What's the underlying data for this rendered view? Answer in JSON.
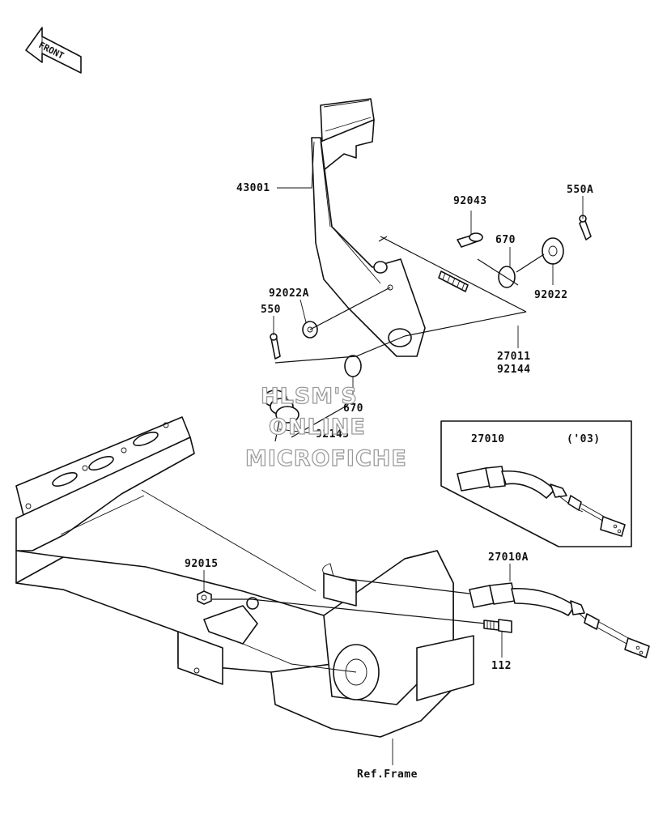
{
  "diagram": {
    "front_label": "FRONT",
    "part_labels": {
      "p43001": "43001",
      "p92043": "92043",
      "p550A": "550A",
      "p670a": "670",
      "p92022": "92022",
      "p92022A": "92022A",
      "p550": "550",
      "p27011": "27011",
      "p92144": "92144",
      "p670b": "670",
      "p92145": "92145",
      "p27010": "27010",
      "p03": "('03)",
      "p92015": "92015",
      "p27010A": "27010A",
      "p112": "112",
      "ref_frame": "Ref.Frame"
    },
    "watermark": {
      "line1": "HLSM'S",
      "line2": "ONLINE",
      "line3": "MICROFICHE"
    }
  }
}
